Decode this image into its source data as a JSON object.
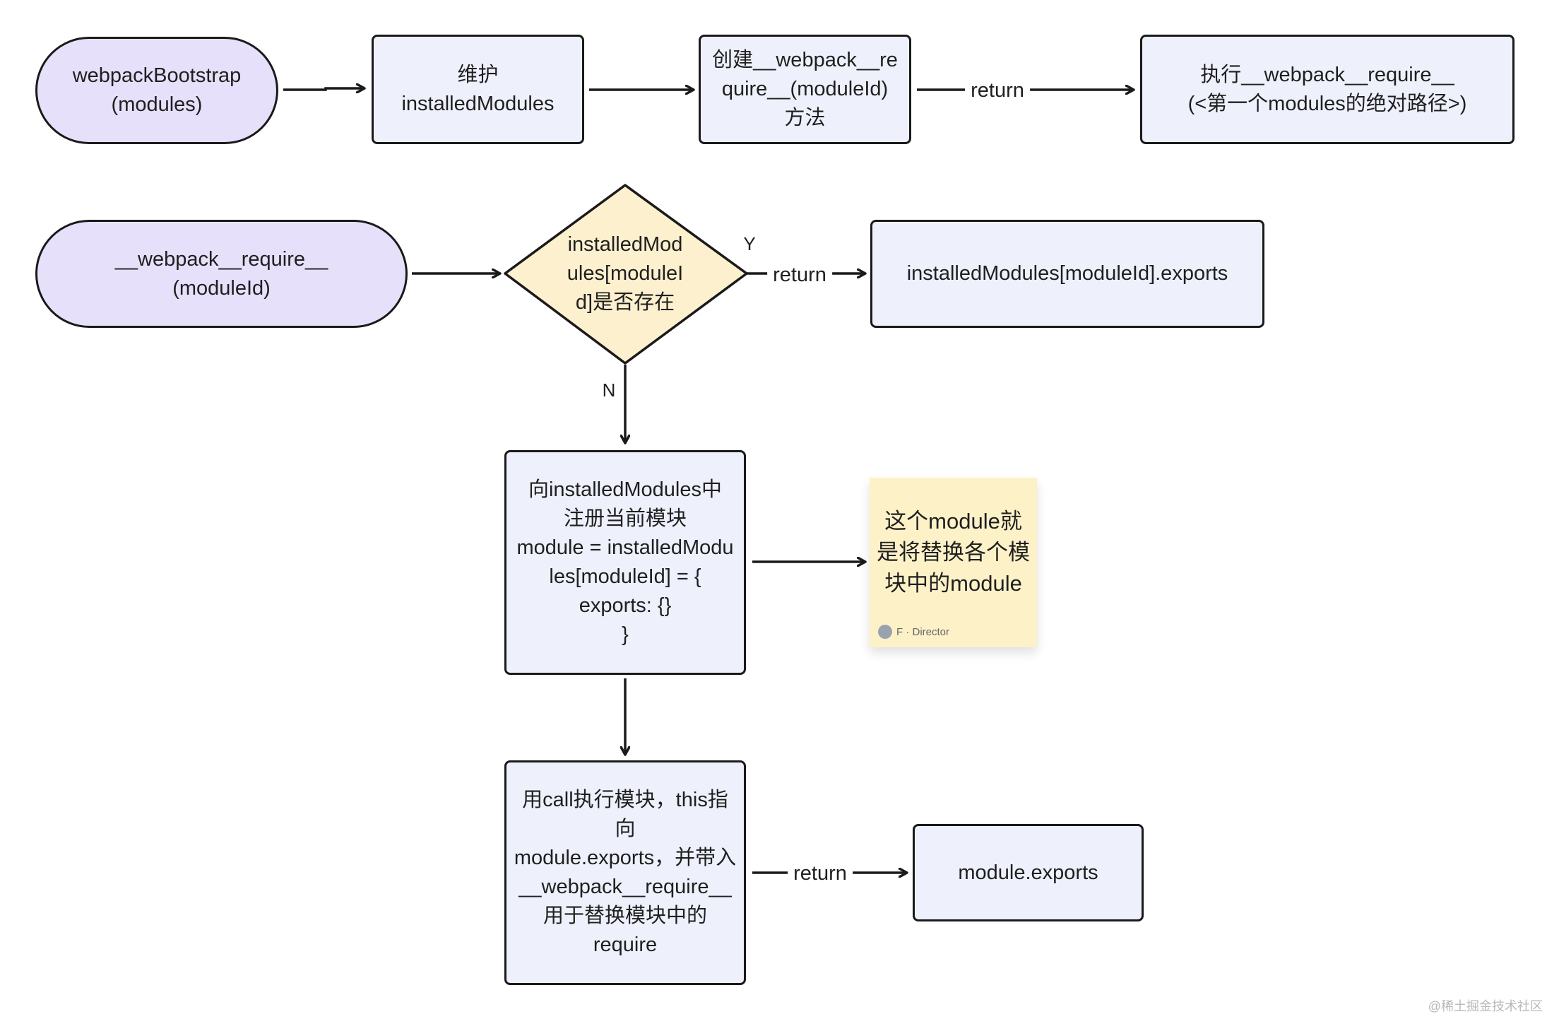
{
  "nodes": {
    "bootstrap": "webpackBootstrap\n(modules)",
    "maintain": "维护\ninstalledModules",
    "create_require": "创建__webpack__re\nquire__(moduleId)\n方法",
    "execute_require": "执行__webpack__require__\n(<第一个modules的绝对路径>)",
    "require_entry": "__webpack__require__\n(moduleId)",
    "exists_check": "installedMod\nules[moduleI\nd]是否存在",
    "exports_result": "installedModules[moduleId].exports",
    "register_module": "向installedModules中\n注册当前模块\nmodule = installedModu\nles[moduleId] = {\nexports: {}\n}",
    "call_module": "用call执行模块，this指向\nmodule.exports，并带入\n__webpack__require__\n用于替换模块中的require",
    "module_exports": "module.exports"
  },
  "edge_labels": {
    "return_1": "return",
    "return_2": "return",
    "return_3": "return",
    "yes": "Y",
    "no": "N"
  },
  "sticky_note": {
    "text": "这个module就\n是将替换各个模\n块中的module",
    "author": "F · Director"
  },
  "watermark": "@稀土掘金技术社区",
  "colors": {
    "pill_fill": "#e6e0fb",
    "box_fill": "#eef1fb",
    "decision_fill": "#fdf0cf",
    "sticky_fill": "#fdf1c8",
    "stroke": "#1a1a1a"
  }
}
